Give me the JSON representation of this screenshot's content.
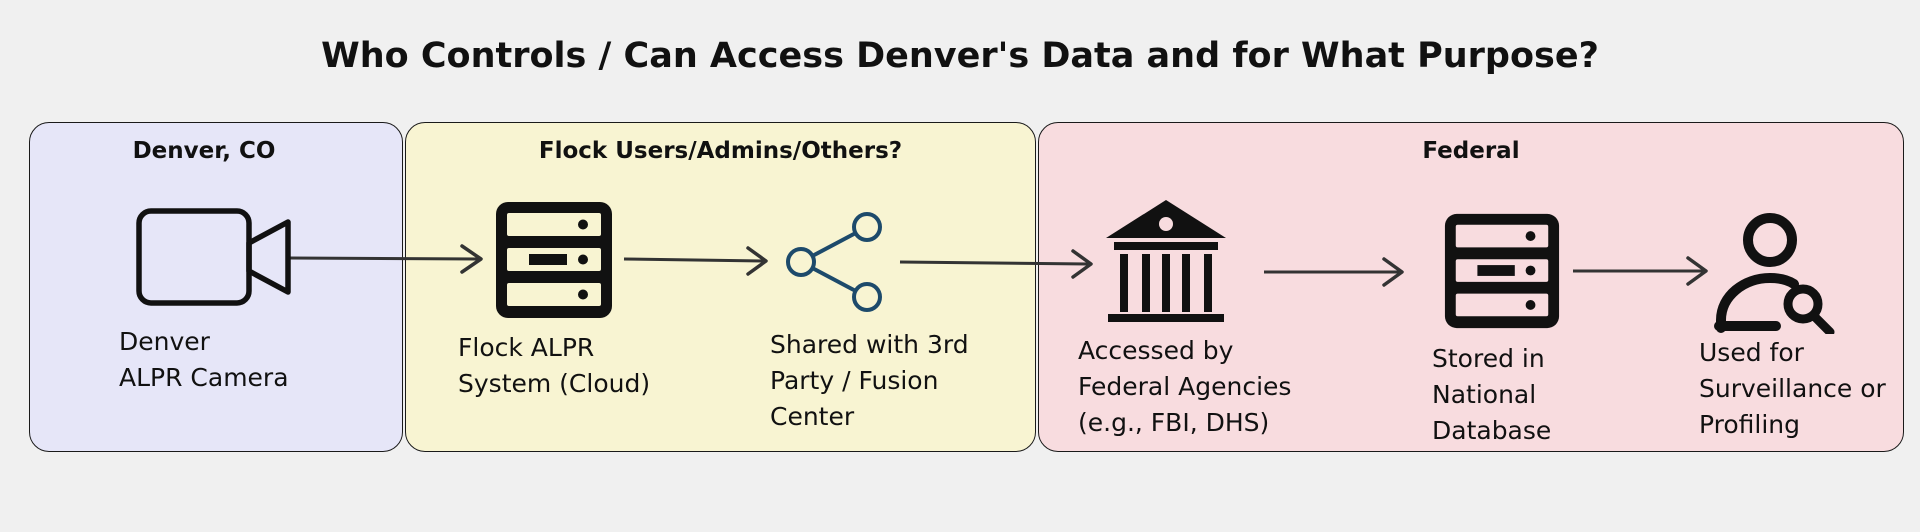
{
  "title": "Who Controls / Can Access Denver's Data and for What Purpose?",
  "zones": {
    "denver": {
      "title": "Denver, CO",
      "color": "#e6e6f8"
    },
    "flock": {
      "title": "Flock Users/Admins/Others?",
      "color": "#f8f4d2"
    },
    "federal": {
      "title": "Federal",
      "color": "#f8dcdf"
    }
  },
  "nodes": {
    "camera": {
      "label": "Denver\nALPR Camera",
      "icon": "camera-icon"
    },
    "flock_system": {
      "label": "Flock ALPR\nSystem (Cloud)",
      "icon": "server-icon"
    },
    "shared": {
      "label": "Shared with 3rd\nParty / Fusion\nCenter",
      "icon": "share-icon"
    },
    "federal_agencies": {
      "label": "Accessed by\nFederal Agencies\n(e.g., FBI, DHS)",
      "icon": "bank-icon"
    },
    "national_db": {
      "label": "Stored in\nNational\nDatabase",
      "icon": "server-icon"
    },
    "surveillance": {
      "label": "Used for\nSurveillance or\nProfiling",
      "icon": "person-search-icon"
    }
  },
  "colors": {
    "icon": "#111111",
    "share_icon": "#1d4a6b",
    "arrow": "#333333"
  }
}
